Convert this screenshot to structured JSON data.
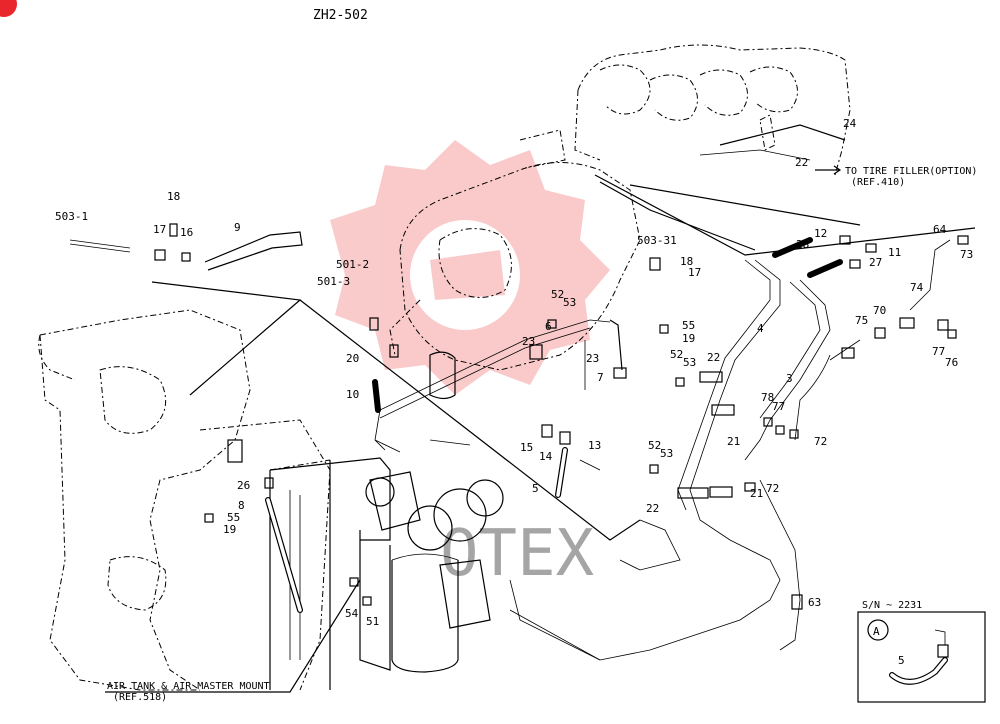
{
  "drawing_code": "ZH2-502",
  "watermark_text": "OTEX",
  "callouts": [
    "503-1",
    "18",
    "17",
    "16",
    "9",
    "501-2",
    "501-3",
    "20",
    "10",
    "503-31",
    "18",
    "17",
    "52",
    "53",
    "6",
    "23",
    "23",
    "55",
    "19",
    "7",
    "15",
    "14",
    "13",
    "5",
    "26",
    "55",
    "19",
    "8",
    "54",
    "51",
    "24",
    "22",
    "12",
    "28",
    "11",
    "27",
    "64",
    "73",
    "74",
    "70",
    "75",
    "77",
    "76",
    "4",
    "3",
    "52",
    "53",
    "22",
    "78",
    "77",
    "21",
    "72",
    "52",
    "53",
    "21",
    "72",
    "22",
    "63"
  ],
  "notes": {
    "tire_filler": "TO TIRE FILLER(OPTION)",
    "tire_filler_ref": "(REF.410)",
    "air_tank": "AIR TANK & AIR MASTER MOUNT",
    "air_tank_ref": "(REF.518)"
  },
  "inset": {
    "serial": "S/N ~ 2231",
    "marker": "A",
    "callout": "5"
  },
  "colors": {
    "line": "#000000",
    "watermark": "#f26b6b",
    "badge": "#e8262b"
  }
}
